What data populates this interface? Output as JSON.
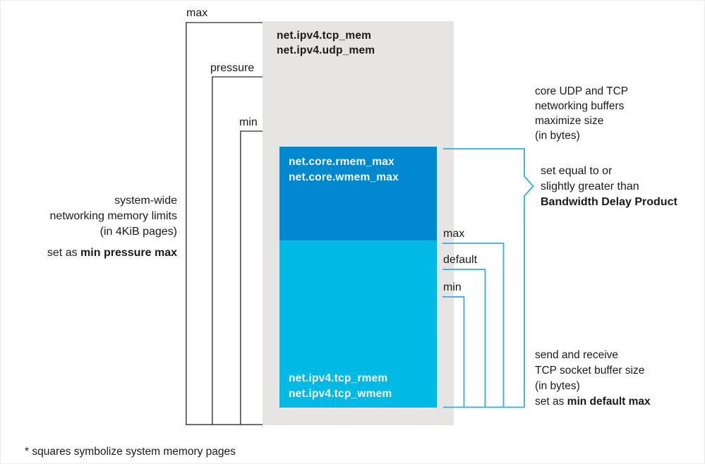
{
  "colors": {
    "canvas_bg": "#ffffff",
    "memory_region_bg": "#e6e5e3",
    "core_box_bg": "#0088ce",
    "tcp_box_bg": "#00b9e4",
    "left_bracket_line": "#4e4e50",
    "right_bracket_line": "#33ace3",
    "text": "#1a1a1a",
    "box_text": "#ffffff"
  },
  "system_wide_box": {
    "title_line1": "net.ipv4.tcp_mem",
    "title_line2": "net.ipv4.udp_mem"
  },
  "core_box": {
    "line1": "net.core.rmem_max",
    "line2": "net.core.wmem_max"
  },
  "tcp_box": {
    "line1": "net.ipv4.tcp_rmem",
    "line2": "net.ipv4.tcp_wmem"
  },
  "left_brackets": {
    "max_label": "max",
    "pressure_label": "pressure",
    "min_label": "min"
  },
  "left_note": {
    "lines": [
      "system-wide",
      "networking memory limits",
      "(in 4KiB pages)"
    ],
    "set_prefix": "set as ",
    "set_bold": "min pressure max"
  },
  "right_top_note": {
    "lines": [
      "core UDP and TCP",
      "networking buffers",
      "maximize size",
      "(in bytes)"
    ]
  },
  "bdp_note": {
    "lines": [
      "set equal to or",
      "slightly greater than"
    ],
    "bold_line": "Bandwidth Delay Product"
  },
  "right_brackets": {
    "max_label": "max",
    "default_label": "default",
    "min_label": "min"
  },
  "right_bottom_note": {
    "lines": [
      "send and receive",
      "TCP socket buffer size",
      "(in bytes)"
    ],
    "set_prefix": "set as ",
    "set_bold": "min default max"
  },
  "footnote": "* squares symbolize system memory pages"
}
